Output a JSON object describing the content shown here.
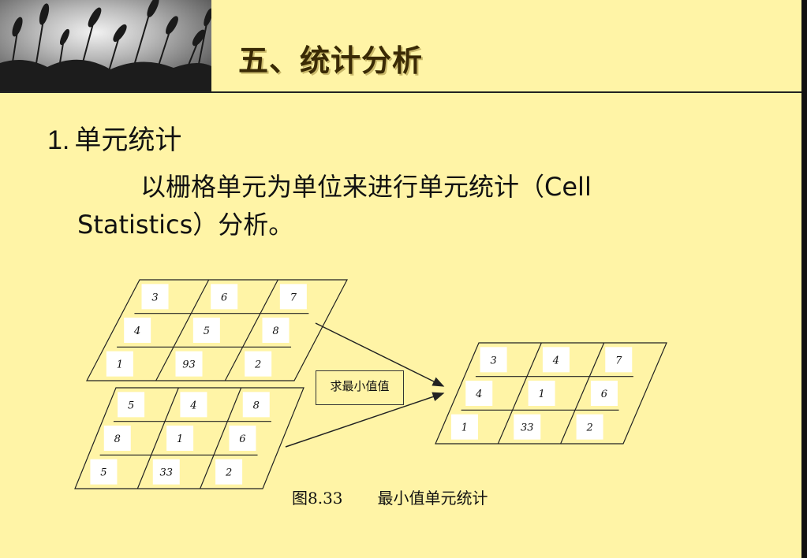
{
  "slide": {
    "title": "五、统计分析",
    "heading_number": "1.",
    "heading_text": "单元统计",
    "paragraph_line1_cn": "以栅格单元为单位来进行单元统计（",
    "paragraph_line1_en": "Cell",
    "paragraph_line2_en": "Statistics",
    "paragraph_line2_cn": "）分析。",
    "operation_label": "求最小值值",
    "caption_number": "图8.33",
    "caption_text": "最小值单元统计"
  },
  "grids": [
    {
      "name": "input-grid-1",
      "cells": [
        [
          "3",
          "6",
          "7"
        ],
        [
          "4",
          "5",
          "8"
        ],
        [
          "1",
          "93",
          "2"
        ]
      ]
    },
    {
      "name": "input-grid-2",
      "cells": [
        [
          "5",
          "4",
          "8"
        ],
        [
          "8",
          "1",
          "6"
        ],
        [
          "5",
          "33",
          "2"
        ]
      ]
    },
    {
      "name": "output-grid",
      "cells": [
        [
          "3",
          "4",
          "7"
        ],
        [
          "4",
          "1",
          "6"
        ],
        [
          "1",
          "33",
          "2"
        ]
      ]
    }
  ],
  "colors": {
    "background": "#fff4a6",
    "title": "#3a2a05",
    "lines": "#222222"
  }
}
